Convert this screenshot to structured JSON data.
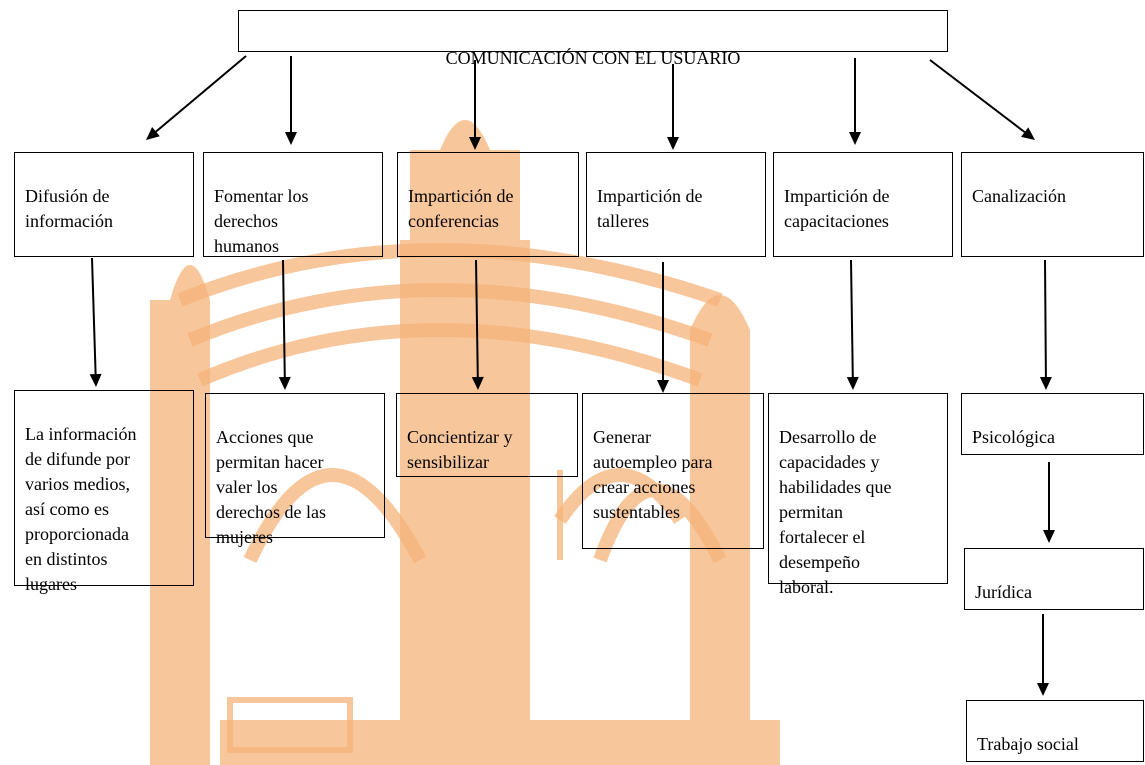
{
  "title": "COMUNICACIÓN CON EL USUARIO",
  "columns": [
    {
      "heading": "Difusión de\ninformación",
      "details": [
        "La información\nde difunde por\nvarios medios,\nasí como es\nproporcionada\nen distintos\nlugares"
      ]
    },
    {
      "heading": "Fomentar los\nderechos\nhumanos",
      "details": [
        "Acciones que\npermitan hacer\nvaler los\nderechos de las\nmujeres"
      ]
    },
    {
      "heading": "Impartición de\nconferencias",
      "details": [
        "Concientizar y\nsensibilizar"
      ]
    },
    {
      "heading": "Impartición de\ntalleres",
      "details": [
        "Generar\nautoempleo para\ncrear acciones\nsustentables"
      ]
    },
    {
      "heading": "Impartición de\ncapacitaciones",
      "details": [
        "Desarrollo de\ncapacidades y\nhabilidades que\npermitan\nfortalecer el\ndesempeño\nlaboral."
      ]
    },
    {
      "heading": "Canalización",
      "details": [
        "Psicológica",
        "Jurídica",
        "Trabajo social"
      ]
    }
  ],
  "colors": {
    "watermark": "#f6b37a",
    "line": "#000000"
  }
}
